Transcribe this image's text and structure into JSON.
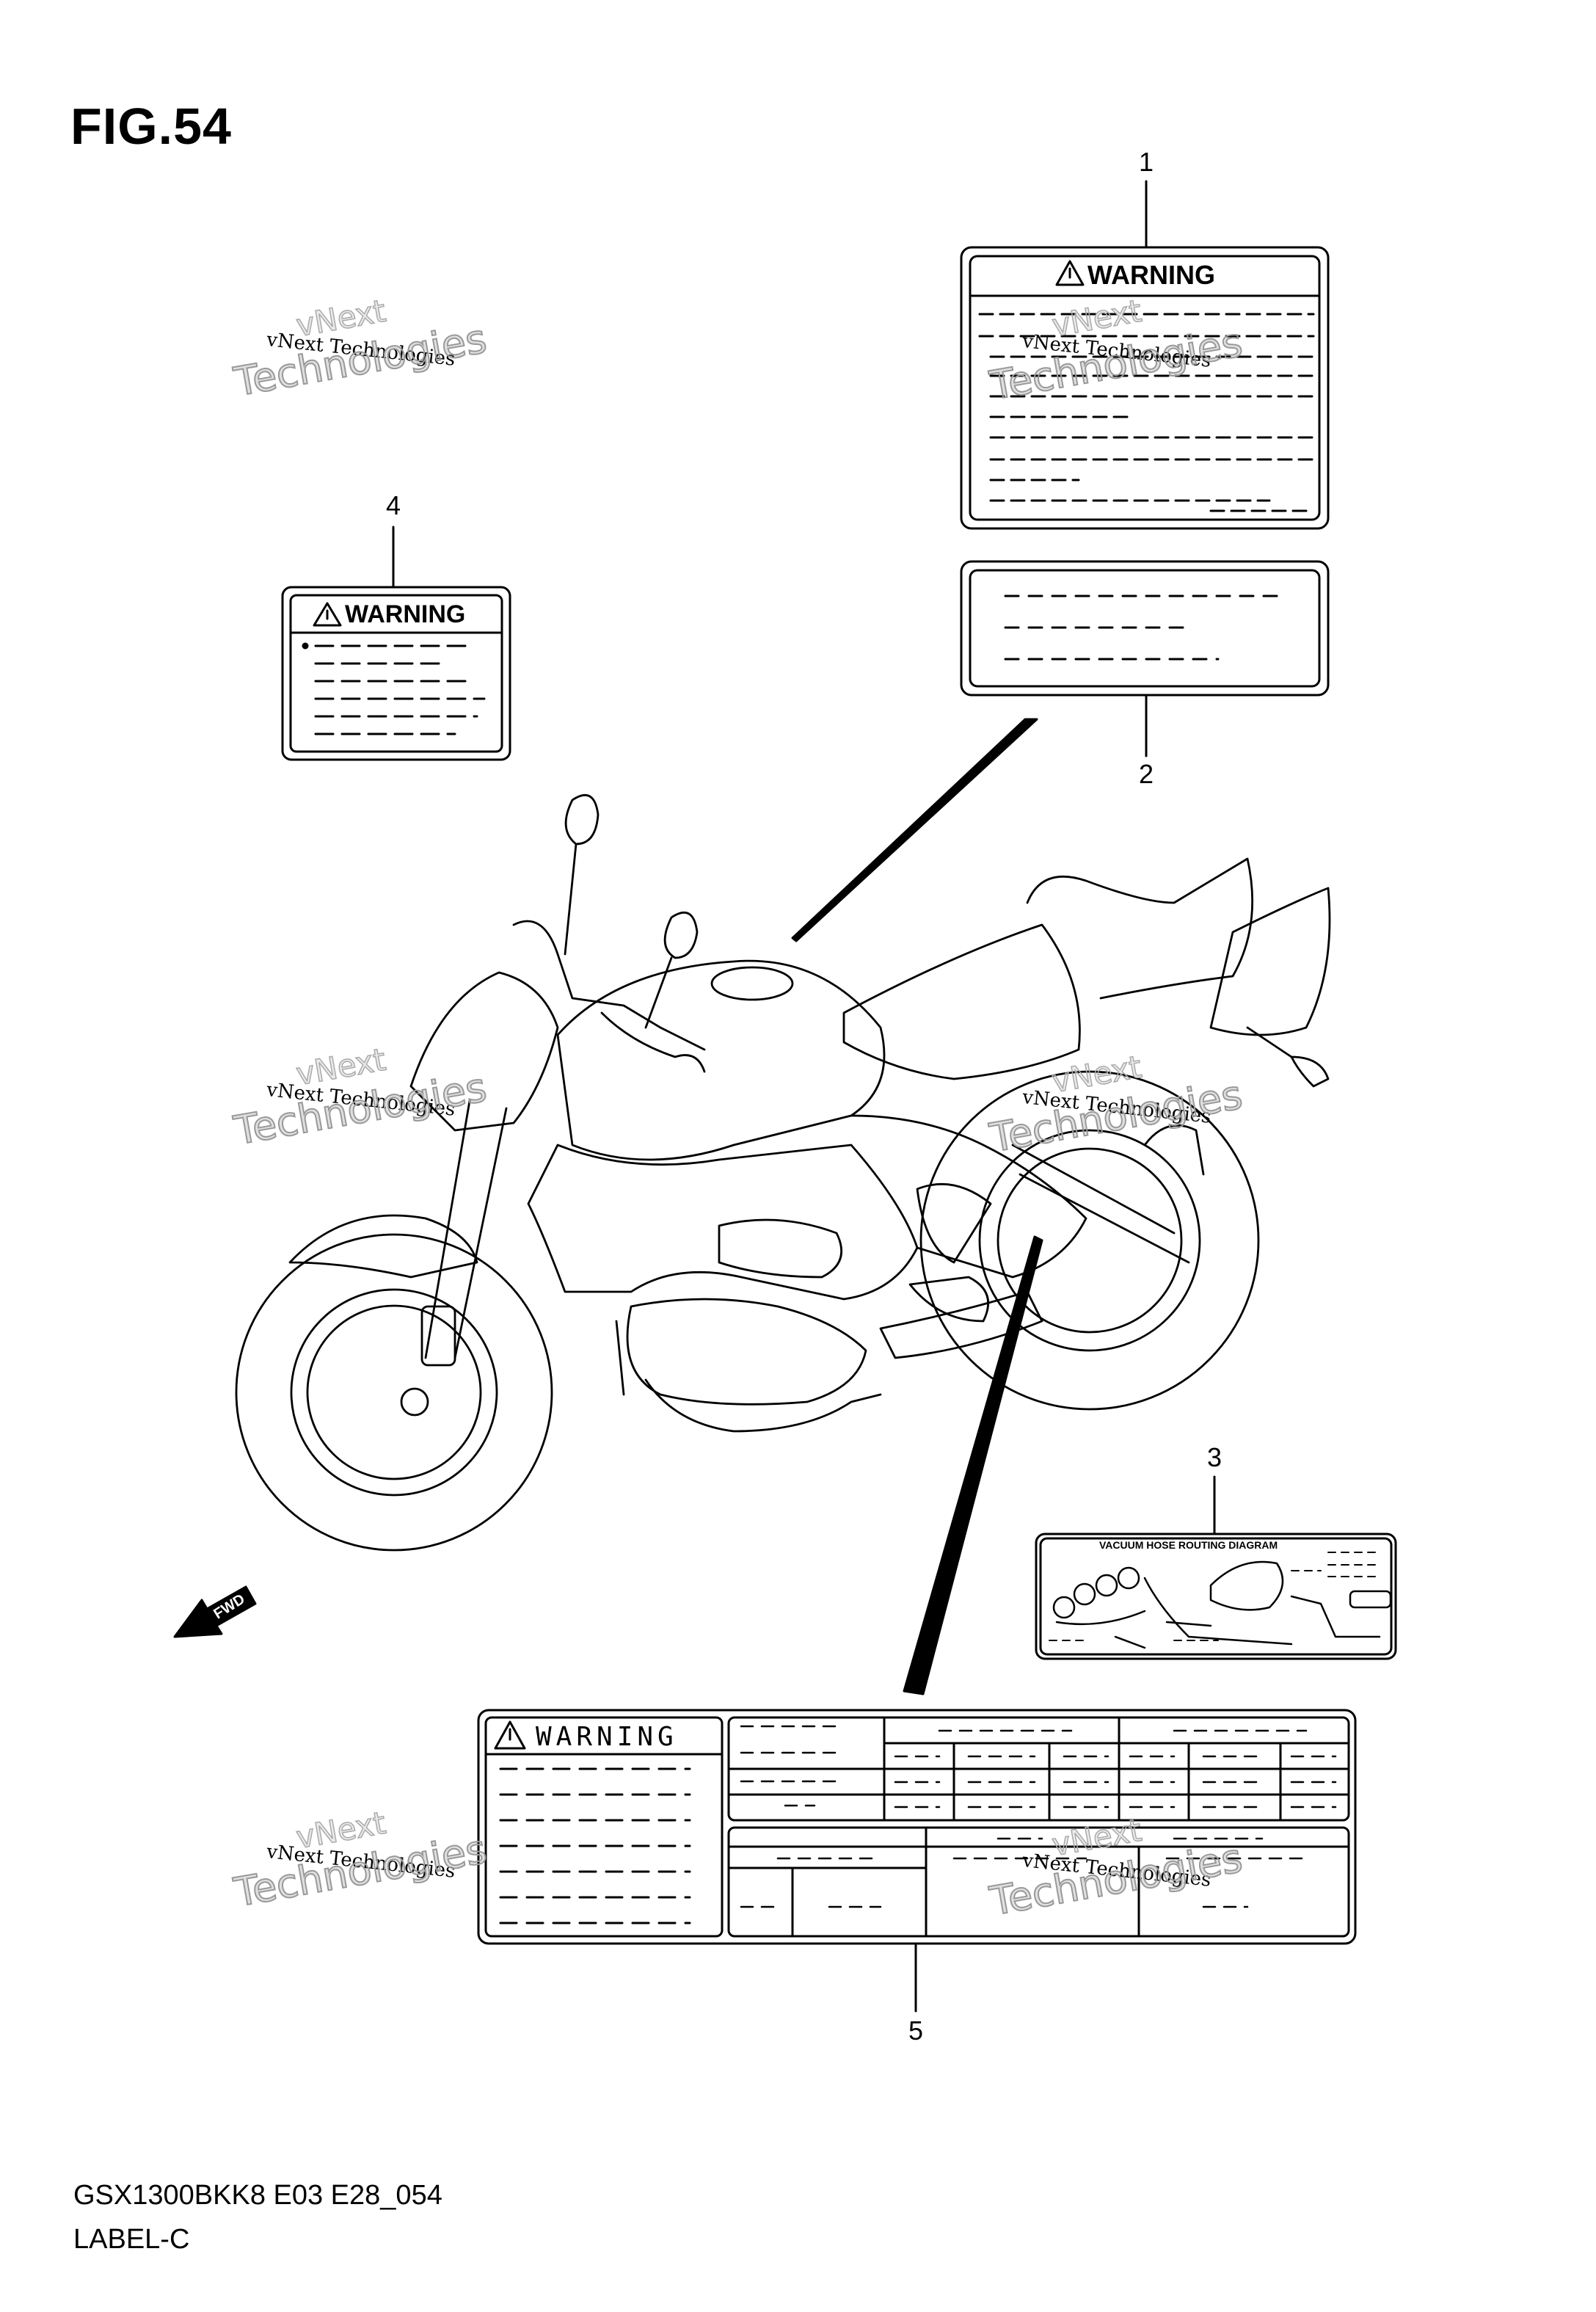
{
  "figure": {
    "title": "FIG.54"
  },
  "callouts": [
    "1",
    "2",
    "3",
    "4",
    "5"
  ],
  "labels": {
    "label1": {
      "heading": "WARNING"
    },
    "label4": {
      "heading": "WARNING"
    },
    "label5": {
      "heading": "WARNING"
    },
    "label3": {
      "heading": "VACUUM HOSE ROUTING DIAGRAM"
    }
  },
  "fwd": "FWD",
  "watermarks": [
    {
      "small": "vNext",
      "line": "vNext Technologies",
      "big": "Technologies"
    }
  ],
  "footer": {
    "code": "GSX1300BKK8 E03 E28_054",
    "name": "LABEL-C"
  }
}
